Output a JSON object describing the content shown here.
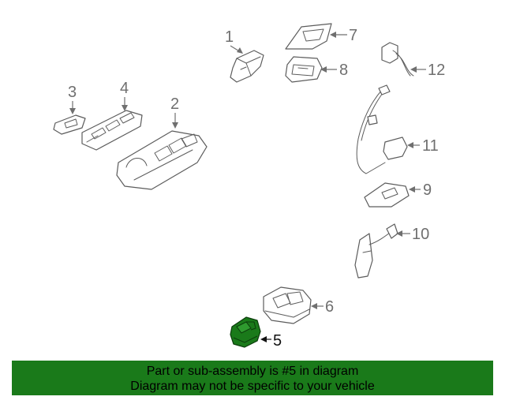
{
  "diagram": {
    "callouts": {
      "c1": "1",
      "c2": "2",
      "c3": "3",
      "c4": "4",
      "c5": "5",
      "c6": "6",
      "c7": "7",
      "c8": "8",
      "c9": "9",
      "c10": "10",
      "c11": "11",
      "c12": "12"
    },
    "highlighted_part": "5",
    "highlight_color": "#1a7a1a"
  },
  "banner": {
    "line1": "Part or sub-assembly is #5 in diagram",
    "line2": "Diagram may not be specific to your vehicle",
    "background": "#1a7a1a"
  }
}
